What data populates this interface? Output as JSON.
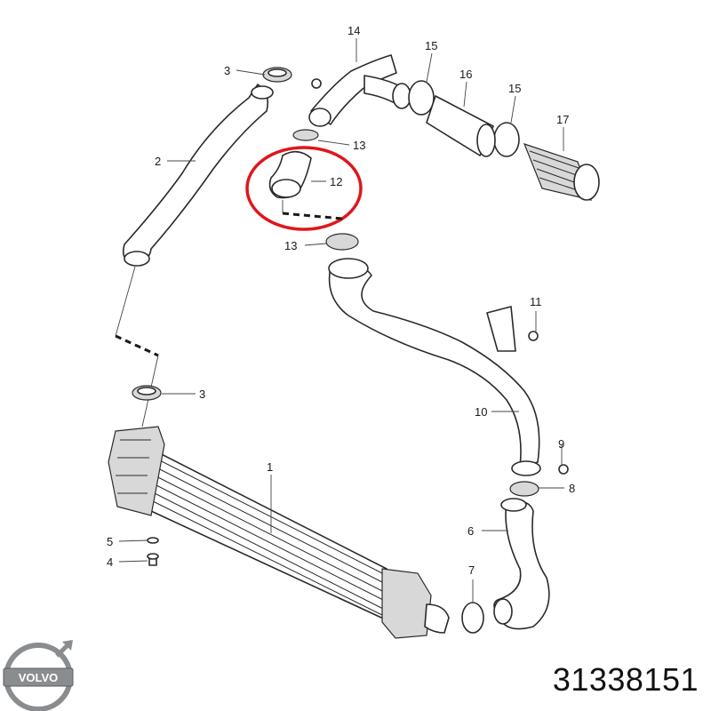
{
  "brand": {
    "name": "VOLVO"
  },
  "part_number": "31338151",
  "highlight_color": "#e0161b",
  "callouts": {
    "c1": "1",
    "c2": "2",
    "c3a": "3",
    "c3b": "3",
    "c4": "4",
    "c5": "5",
    "c6": "6",
    "c7": "7",
    "c8": "8",
    "c9": "9",
    "c10": "10",
    "c11": "11",
    "c12": "12",
    "c13a": "13",
    "c13b": "13",
    "c14": "14",
    "c15a": "15",
    "c15b": "15",
    "c16": "16",
    "c17": "17"
  }
}
